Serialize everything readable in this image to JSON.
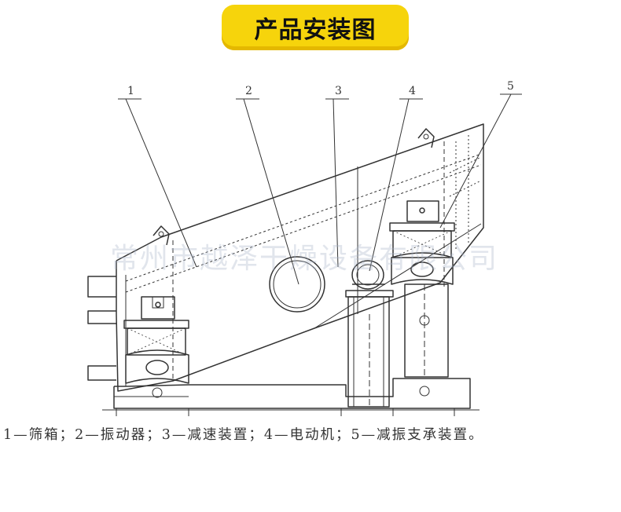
{
  "header": {
    "title": "产品安装图"
  },
  "labels": [
    "1",
    "2",
    "3",
    "4",
    "5"
  ],
  "watermark": "常州市越泽干燥设备有限公司",
  "caption": "1—筛箱；2—振动器；3—减速装置；4—电动机；5—减振支承装置。"
}
